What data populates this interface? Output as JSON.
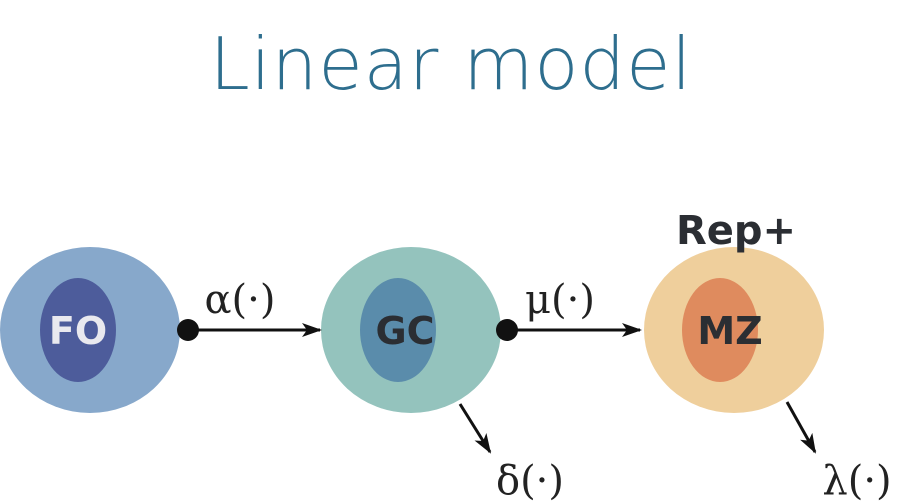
{
  "title": "Linear model",
  "nodes": [
    {
      "label": "FO",
      "outer_color": "#87a8cb",
      "inner_color": "#4d5c9b",
      "label_color": "#e9e9ef"
    },
    {
      "label": "GC",
      "outer_color": "#94c3bd",
      "inner_color": "#5a8cab",
      "label_color": "#2b2e33"
    },
    {
      "label": "MZ",
      "outer_color": "#efcf9c",
      "inner_color": "#df8b5e",
      "label_color": "#2b2e33"
    }
  ],
  "annotation": "Rep+",
  "rates": {
    "alpha": "α(·)",
    "mu": "μ(·)",
    "delta": "δ(·)",
    "lambda": "λ(·)"
  },
  "arrow_color": "#111111"
}
